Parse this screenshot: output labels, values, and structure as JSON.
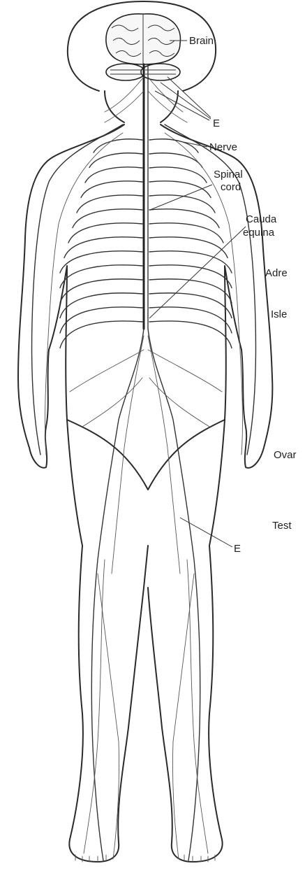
{
  "labels": {
    "brain": "Brain",
    "cranial": "E",
    "nerve": "Nerve",
    "spinal_cord_1": "Spinal",
    "spinal_cord_2": "cord",
    "cauda_1": "Cauda",
    "cauda_2": "equina",
    "adrenal": "Adre",
    "islets": "Isle",
    "ovary": "Ovar",
    "testes": "Test",
    "peripheral": "E"
  }
}
